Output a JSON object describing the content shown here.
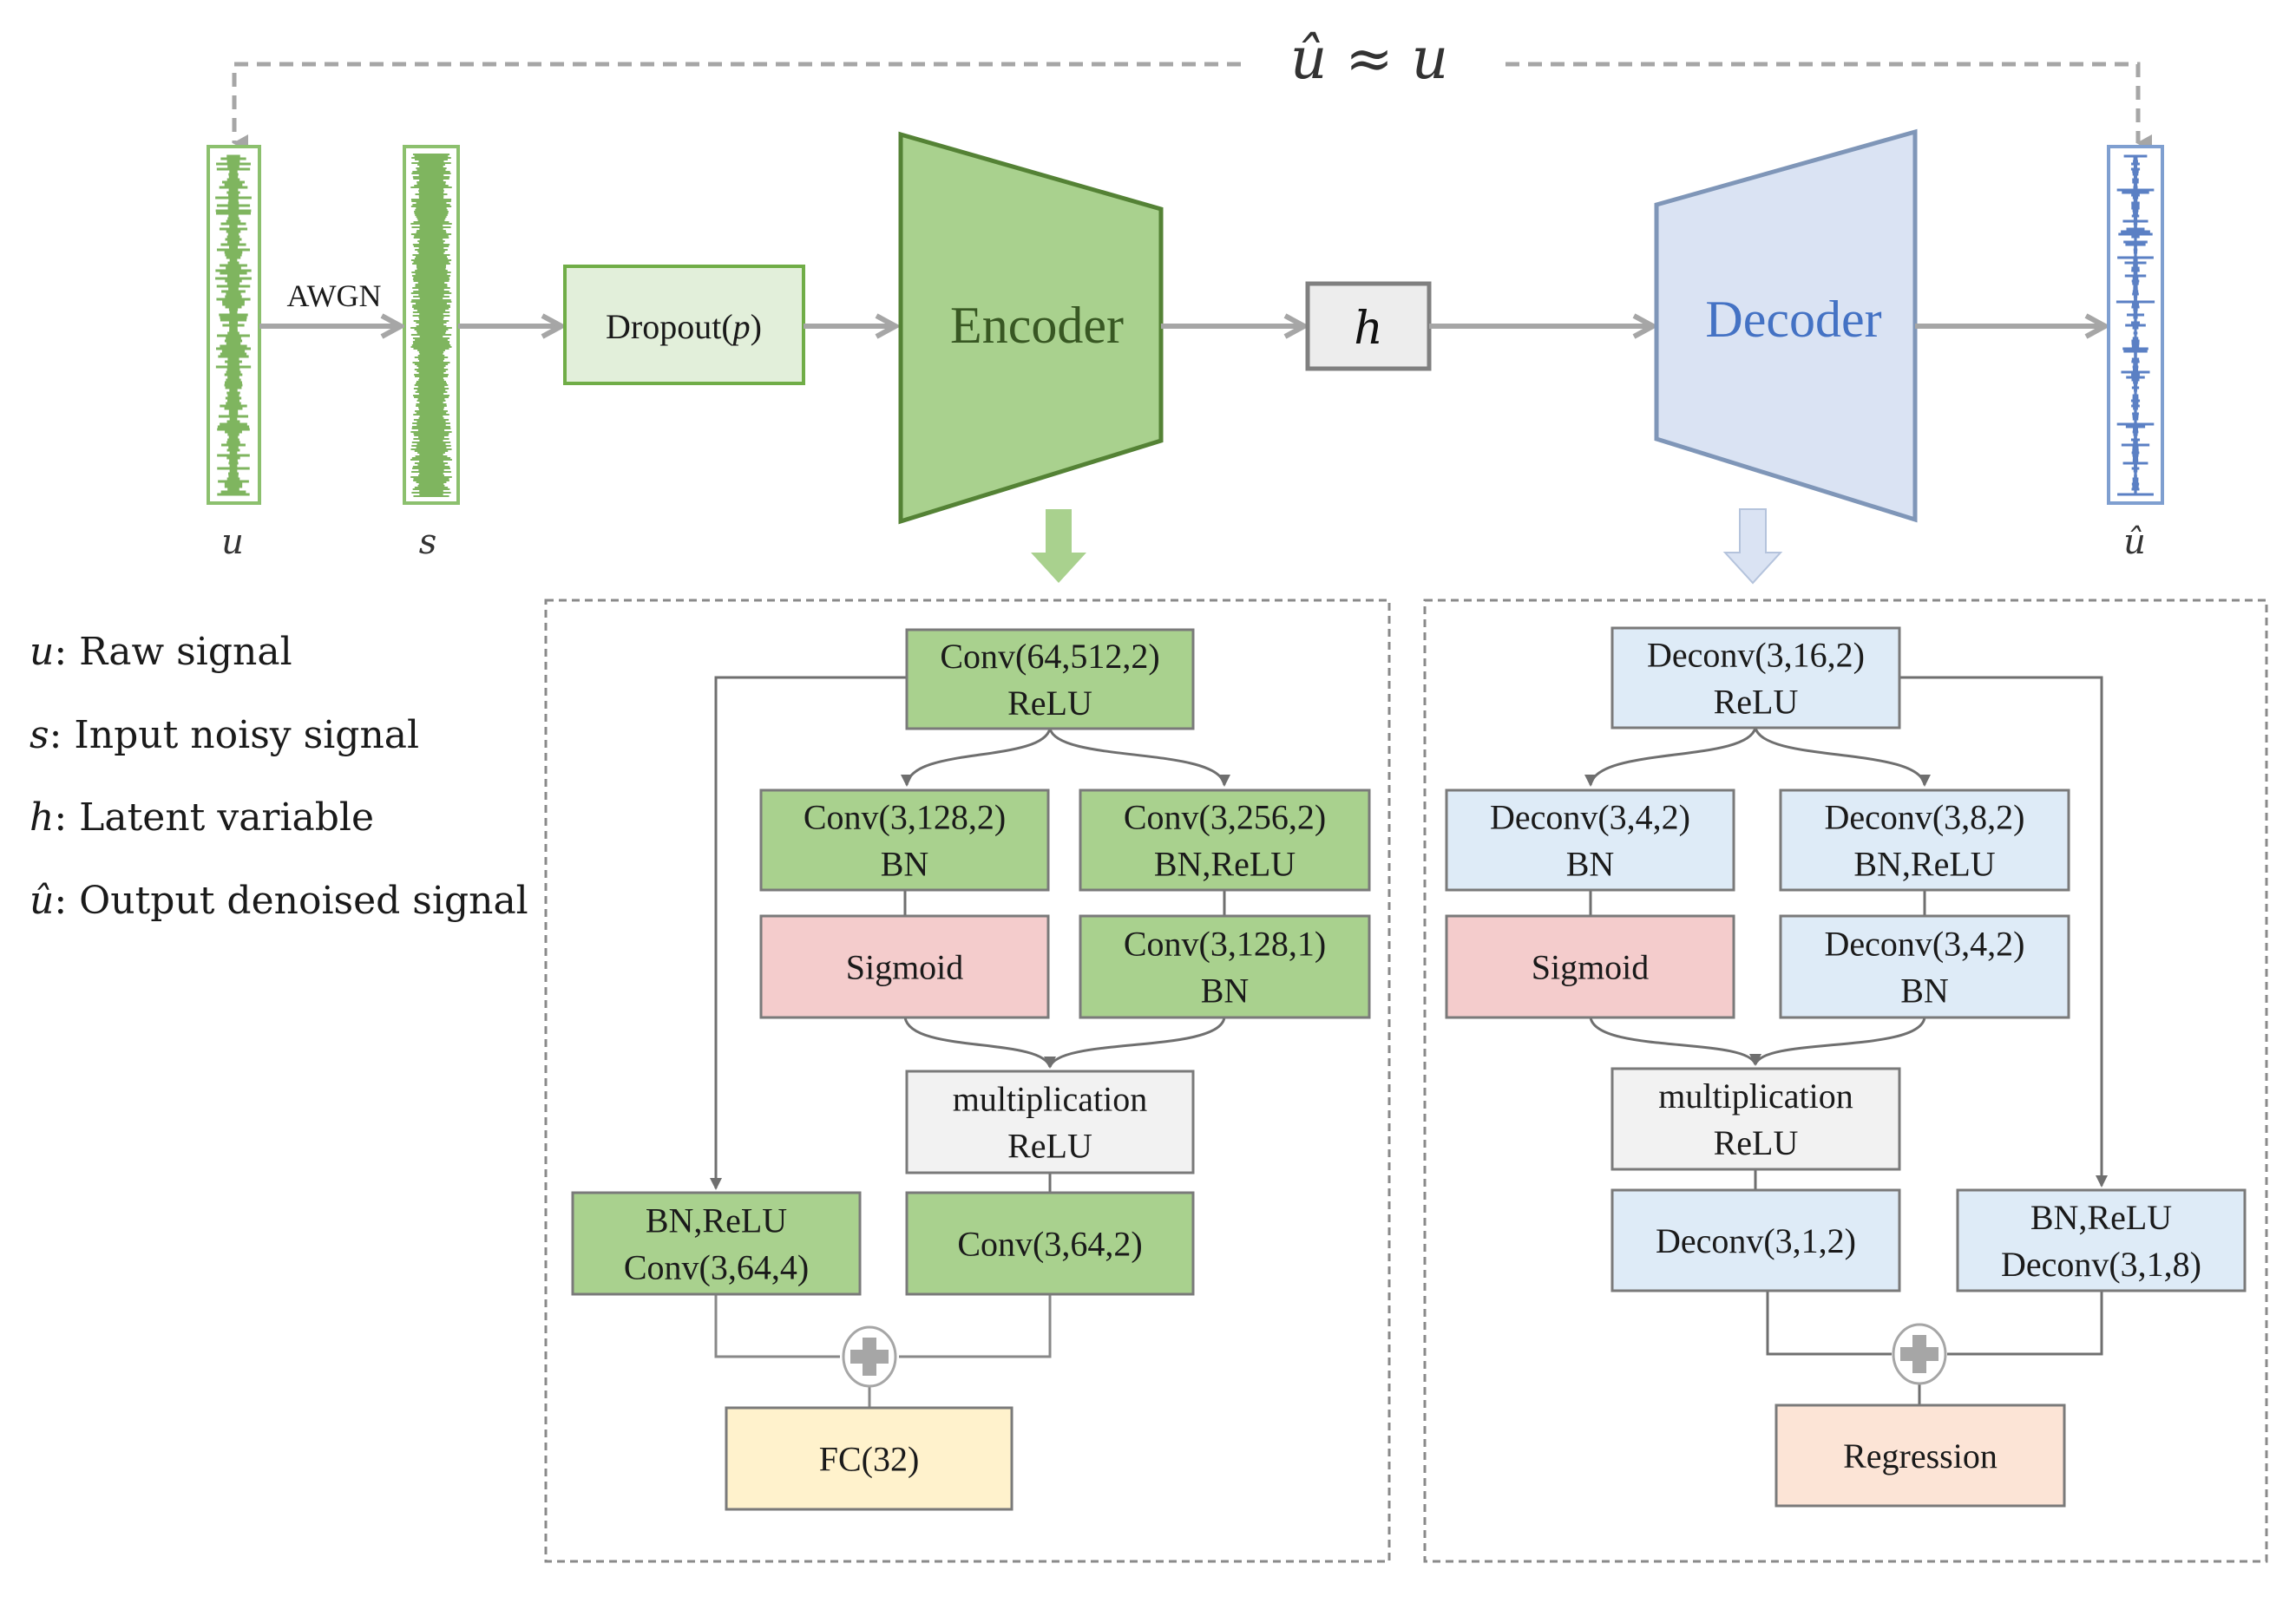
{
  "top": {
    "relation_label": "û ≈ u",
    "awgn_label": "AWGN",
    "dropout_label": "Dropout(",
    "dropout_param": "p",
    "dropout_close": ")",
    "encoder_label": "Encoder",
    "decoder_label": "Decoder",
    "latent_label": "h",
    "signal_labels": {
      "raw": "u",
      "noisy": "s",
      "output": "û"
    }
  },
  "legend": [
    {
      "symbol": "u",
      "text": ": Raw signal"
    },
    {
      "symbol": "s",
      "text": ": Input noisy signal"
    },
    {
      "symbol": "h",
      "text": ": Latent variable"
    },
    {
      "symbol": "û",
      "text": ": Output denoised signal"
    }
  ],
  "encoder_detail": {
    "input_block": [
      "Conv(64,512,2)",
      "ReLU"
    ],
    "left_branch_1": [
      "Conv(3,128,2)",
      "BN"
    ],
    "right_branch_1": [
      "Conv(3,256,2)",
      "BN,ReLU"
    ],
    "gate": [
      "Sigmoid"
    ],
    "right_branch_2": [
      "Conv(3,128,1)",
      "BN"
    ],
    "merge": [
      "multiplication",
      "ReLU"
    ],
    "skip_block": [
      "BN,ReLU",
      "Conv(3,64,4)"
    ],
    "main_out": [
      "Conv(3,64,2)"
    ],
    "output": [
      "FC(32)"
    ]
  },
  "decoder_detail": {
    "input_block": [
      "Deconv(3,16,2)",
      "ReLU"
    ],
    "left_branch_1": [
      "Deconv(3,4,2)",
      "BN"
    ],
    "right_branch_1": [
      "Deconv(3,8,2)",
      "BN,ReLU"
    ],
    "gate": [
      "Sigmoid"
    ],
    "right_branch_2": [
      "Deconv(3,4,2)",
      "BN"
    ],
    "merge": [
      "multiplication",
      "ReLU"
    ],
    "main_out": [
      "Deconv(3,1,2)"
    ],
    "skip_block": [
      "BN,ReLU",
      "Deconv(3,1,8)"
    ],
    "output": [
      "Regression"
    ]
  },
  "colors": {
    "encoder_fill": "#a9d18e",
    "encoder_stroke": "#548235",
    "encoder_text": "#385723",
    "dropout_fill": "#e2efda",
    "decoder_fill": "#dae3f3",
    "decoder_stroke": "#7f96b8",
    "decoder_text": "#4472c4",
    "detail_blue_fill": "#deebf7",
    "sigmoid_fill": "#f4cccc",
    "merge_fill": "#f2f2f2",
    "fc_fill": "#fff2cc",
    "regression_fill": "#fce4d6",
    "latent_fill": "#ededed",
    "arrow_gray": "#a6a6a6",
    "line_dark": "#6f6f6f"
  }
}
